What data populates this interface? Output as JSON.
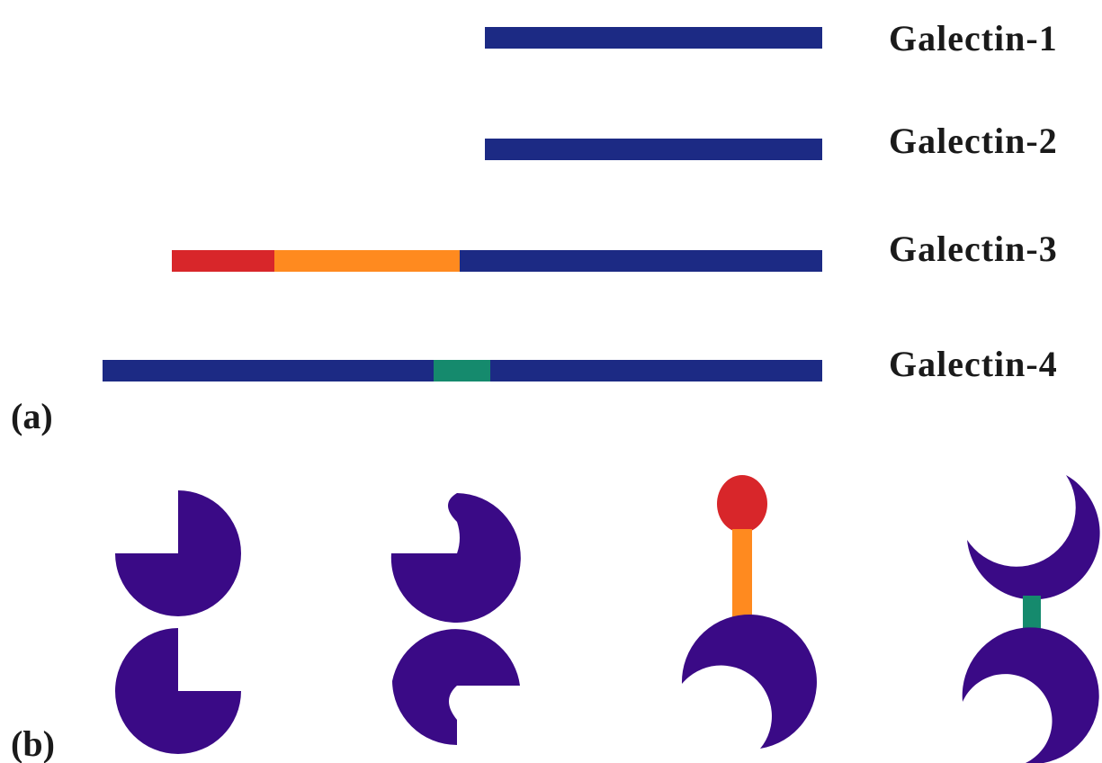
{
  "colors": {
    "crd": "#1c2a84",
    "nterm": "#d8262a",
    "collagen": "#ff8a1f",
    "linker": "#158a6d",
    "domain": "#3a0a86"
  },
  "panel_a": {
    "label": "(a)",
    "galectins": [
      {
        "name": "Galectin-1"
      },
      {
        "name": "Galectin-2"
      },
      {
        "name": "Galectin-3"
      },
      {
        "name": "Galectin-4"
      }
    ]
  },
  "panel_b": {
    "label": "(b)"
  }
}
